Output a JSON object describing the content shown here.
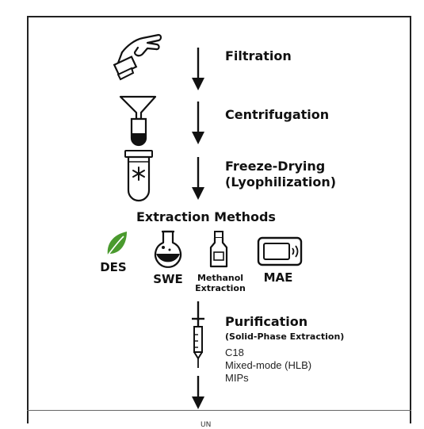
{
  "steps": [
    {
      "label": "Filtration"
    },
    {
      "label": "Centrifugation"
    },
    {
      "label_line1": "Freeze-Drying",
      "label_line2": "(Lyophilization)"
    }
  ],
  "extraction": {
    "title": "Extraction Methods",
    "methods": [
      {
        "label": "DES",
        "icon": "leaf-icon"
      },
      {
        "label": "SWE",
        "icon": "round-flask-icon"
      },
      {
        "label_line1": "Methanol",
        "label_line2": "Extraction",
        "icon": "solvent-bottle-icon"
      },
      {
        "label": "MAE",
        "icon": "microwave-icon"
      }
    ]
  },
  "purification": {
    "title": "Purification",
    "subtitle": "(Solid-Phase Extraction)",
    "items": [
      "C18",
      "Mixed-mode (HLB)",
      "MIPs"
    ],
    "icon": "syringe-icon"
  },
  "footer": {
    "text": "UN"
  },
  "colors": {
    "ink": "#111111",
    "leaf": "#4a9a2e",
    "border": "#222222"
  }
}
